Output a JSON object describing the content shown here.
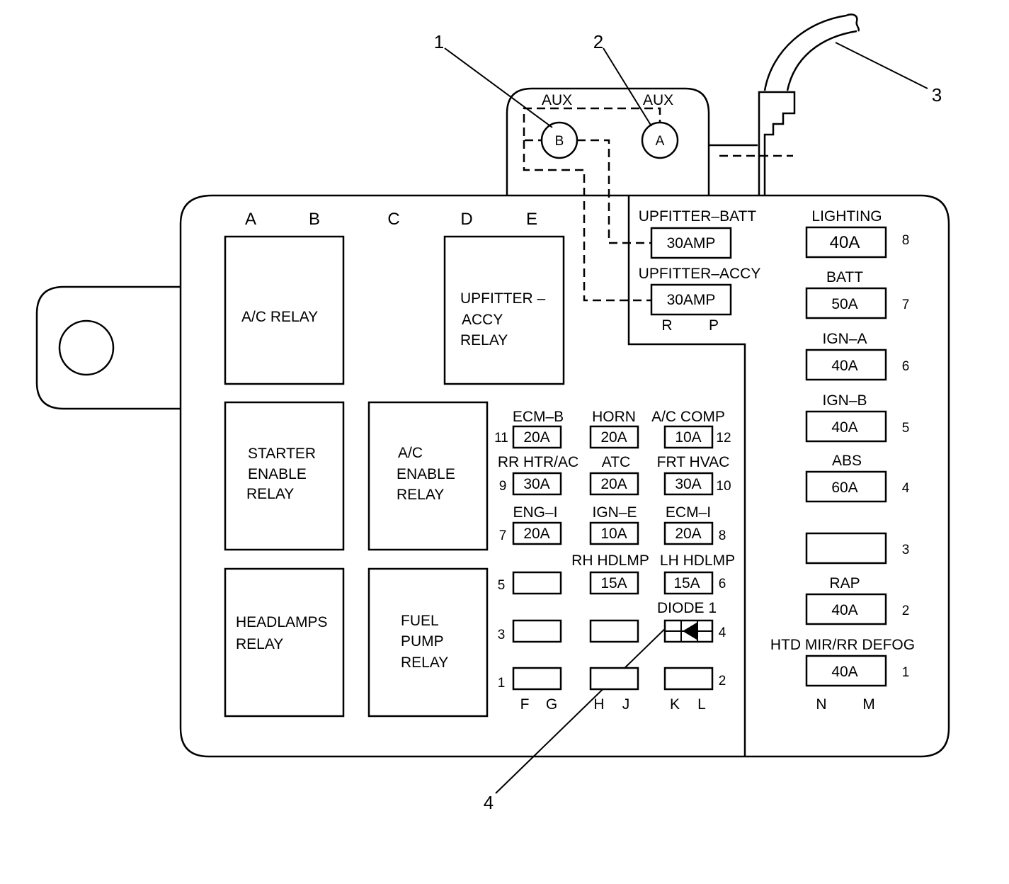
{
  "callouts": [
    "1",
    "2",
    "3",
    "4"
  ],
  "aux": {
    "left_label": "AUX",
    "right_label": "AUX",
    "stud_b": "B",
    "stud_a": "A"
  },
  "columns": {
    "a": "A",
    "b": "B",
    "c": "C",
    "d": "D",
    "e": "E",
    "f": "F",
    "g": "G",
    "h": "H",
    "j": "J",
    "k": "K",
    "l": "L",
    "n": "N",
    "m": "M",
    "r": "R",
    "p": "P"
  },
  "relays": {
    "ac_relay": [
      "A/C RELAY"
    ],
    "upfitter_accy_relay": [
      "UPFITTER –",
      "ACCY",
      "RELAY"
    ],
    "starter_enable_relay": [
      "STARTER",
      "ENABLE",
      "RELAY"
    ],
    "ac_enable_relay": [
      "A/C",
      "ENABLE",
      "RELAY"
    ],
    "headlamps_relay": [
      "HEADLAMPS",
      "RELAY"
    ],
    "fuel_pump_relay": [
      "FUEL",
      "PUMP",
      "RELAY"
    ]
  },
  "upfitter": {
    "batt": {
      "label": "UPFITTER–BATT",
      "rating": "30AMP"
    },
    "accy": {
      "label": "UPFITTER–ACCY",
      "rating": "30AMP"
    }
  },
  "mini_fuses": {
    "ecm_b": {
      "label": "ECM–B",
      "rating": "20A",
      "num": "11"
    },
    "horn": {
      "label": "HORN",
      "rating": "20A"
    },
    "ac_comp": {
      "label": "A/C COMP",
      "rating": "10A",
      "num": "12"
    },
    "rr_htr_ac": {
      "label": "RR HTR/AC",
      "rating": "30A",
      "num": "9"
    },
    "atc": {
      "label": "ATC",
      "rating": "20A"
    },
    "frt_hvac": {
      "label": "FRT HVAC",
      "rating": "30A",
      "num": "10"
    },
    "eng_i": {
      "label": "ENG–I",
      "rating": "20A",
      "num": "7"
    },
    "ign_e": {
      "label": "IGN–E",
      "rating": "10A"
    },
    "ecm_i": {
      "label": "ECM–I",
      "rating": "20A",
      "num": "8"
    },
    "rh_hdlmp": {
      "label": "RH HDLMP",
      "rating": "15A"
    },
    "lh_hdlmp": {
      "label": "LH HDLMP",
      "rating": "15A",
      "num": "6"
    },
    "diode": {
      "label": "DIODE 1",
      "num": "4"
    },
    "slot5": {
      "num": "5"
    },
    "slot3": {
      "num": "3"
    },
    "slot1": {
      "num": "1"
    },
    "slot2": {
      "num": "2"
    }
  },
  "maxi_fuses": [
    {
      "label": "LIGHTING",
      "rating": "40A",
      "num": "8"
    },
    {
      "label": "BATT",
      "rating": "50A",
      "num": "7"
    },
    {
      "label": "IGN–A",
      "rating": "40A",
      "num": "6"
    },
    {
      "label": "IGN–B",
      "rating": "40A",
      "num": "5"
    },
    {
      "label": "ABS",
      "rating": "60A",
      "num": "4"
    },
    {
      "label": "",
      "rating": "",
      "num": "3"
    },
    {
      "label": "RAP",
      "rating": "40A",
      "num": "2"
    },
    {
      "label": "HTD MIR/RR DEFOG",
      "rating": "40A",
      "num": "1"
    }
  ]
}
